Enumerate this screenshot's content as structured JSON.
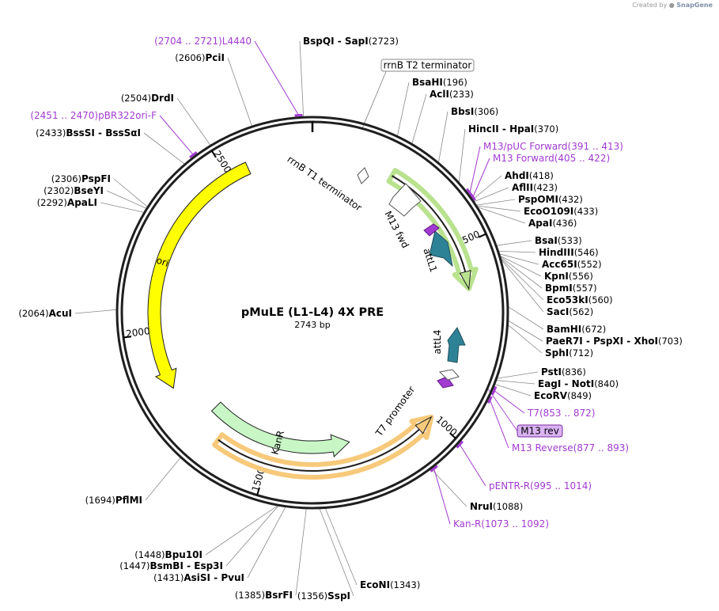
{
  "credit": {
    "prefix": "Created by",
    "brand": "SnapGene"
  },
  "plasmid": {
    "name": "pMuLE (L1-L4) 4X PRE",
    "length_label": "2743 bp",
    "length": 2743
  },
  "ticks": [
    {
      "label": "500",
      "pos": 500
    },
    {
      "label": "1000",
      "pos": 1000
    },
    {
      "label": "1500",
      "pos": 1500
    },
    {
      "label": "2000",
      "pos": 2000
    },
    {
      "label": "2500",
      "pos": 2500
    }
  ],
  "enzymes": [
    {
      "name": "BspQI  -  SapI",
      "pos_label": "(2723)",
      "pos": 2723,
      "side": "right"
    },
    {
      "name": "BsaHI",
      "pos_label": "(196)",
      "pos": 196,
      "side": "right"
    },
    {
      "name": "AclI",
      "pos_label": "(233)",
      "pos": 233,
      "side": "right"
    },
    {
      "name": "BbsI",
      "pos_label": "(306)",
      "pos": 306,
      "side": "right"
    },
    {
      "name": "HincII  -  HpaI",
      "pos_label": "(370)",
      "pos": 370,
      "side": "right"
    },
    {
      "name": "AhdI",
      "pos_label": "(418)",
      "pos": 418,
      "side": "right"
    },
    {
      "name": "AflII",
      "pos_label": "(423)",
      "pos": 423,
      "side": "right"
    },
    {
      "name": "PspOMI",
      "pos_label": "(432)",
      "pos": 432,
      "side": "right"
    },
    {
      "name": "EcoO109I",
      "pos_label": "(433)",
      "pos": 433,
      "side": "right"
    },
    {
      "name": "ApaI",
      "pos_label": "(436)",
      "pos": 436,
      "side": "right"
    },
    {
      "name": "BsaI",
      "pos_label": "(533)",
      "pos": 533,
      "side": "right"
    },
    {
      "name": "HindIII",
      "pos_label": "(546)",
      "pos": 546,
      "side": "right"
    },
    {
      "name": "Acc65I",
      "pos_label": "(552)",
      "pos": 552,
      "side": "right"
    },
    {
      "name": "KpnI",
      "pos_label": "(556)",
      "pos": 556,
      "side": "right"
    },
    {
      "name": "BpmI",
      "pos_label": "(557)",
      "pos": 557,
      "side": "right"
    },
    {
      "name": "Eco53kI",
      "pos_label": "(560)",
      "pos": 560,
      "side": "right"
    },
    {
      "name": "SacI",
      "pos_label": "(562)",
      "pos": 562,
      "side": "right"
    },
    {
      "name": "BamHI",
      "pos_label": "(672)",
      "pos": 672,
      "side": "right"
    },
    {
      "name": "PaeR7I  -  PspXI  -  XhoI",
      "pos_label": "(703)",
      "pos": 703,
      "side": "right"
    },
    {
      "name": "SphI",
      "pos_label": "(712)",
      "pos": 712,
      "side": "right"
    },
    {
      "name": "PstI",
      "pos_label": "(836)",
      "pos": 836,
      "side": "right"
    },
    {
      "name": "EagI  -  NotI",
      "pos_label": "(840)",
      "pos": 840,
      "side": "right"
    },
    {
      "name": "EcoRV",
      "pos_label": "(849)",
      "pos": 849,
      "side": "right"
    },
    {
      "name": "NruI",
      "pos_label": "(1088)",
      "pos": 1088,
      "side": "right"
    },
    {
      "name": "EcoNI",
      "pos_label": "(1343)",
      "pos": 1343,
      "side": "right"
    },
    {
      "name": "SspI",
      "pos_label": "(1356)",
      "pos": 1356,
      "side": "left"
    },
    {
      "name": "BsrFI",
      "pos_label": "(1385)",
      "pos": 1385,
      "side": "left"
    },
    {
      "name": "AsiSI  -  PvuI",
      "pos_label": "(1431)",
      "pos": 1431,
      "side": "left"
    },
    {
      "name": "BsmBI  -  Esp3I",
      "pos_label": "(1447)",
      "pos": 1447,
      "side": "left"
    },
    {
      "name": "Bpu10I",
      "pos_label": "(1448)",
      "pos": 1448,
      "side": "left"
    },
    {
      "name": "PflMI",
      "pos_label": "(1694)",
      "pos": 1694,
      "side": "left"
    },
    {
      "name": "AcuI",
      "pos_label": "(2064)",
      "pos": 2064,
      "side": "left"
    },
    {
      "name": "ApaLI",
      "pos_label": "(2292)",
      "pos": 2292,
      "side": "left"
    },
    {
      "name": "BseYI",
      "pos_label": "(2302)",
      "pos": 2302,
      "side": "left"
    },
    {
      "name": "PspFI",
      "pos_label": "(2306)",
      "pos": 2306,
      "side": "left"
    },
    {
      "name": "BssSI  -  BssSαI",
      "pos_label": "(2433)",
      "pos": 2433,
      "side": "left"
    },
    {
      "name": "DrdI",
      "pos_label": "(2504)",
      "pos": 2504,
      "side": "left"
    },
    {
      "name": "PciI",
      "pos_label": "(2606)",
      "pos": 2606,
      "side": "left"
    }
  ],
  "primers": [
    {
      "name": "L4440",
      "range_label": "(2704 .. 2721)",
      "start": 2704,
      "end": 2721,
      "side": "left"
    },
    {
      "name": "pBR322ori-F",
      "range_label": "(2451 .. 2470)",
      "start": 2451,
      "end": 2470,
      "side": "left"
    },
    {
      "name": "M13/pUC Forward",
      "range_label": "(391 .. 413)",
      "start": 391,
      "end": 413,
      "side": "right"
    },
    {
      "name": "M13 Forward",
      "range_label": "(405 .. 422)",
      "start": 405,
      "end": 422,
      "side": "right"
    },
    {
      "name": "T7",
      "range_label": "(853 .. 872)",
      "start": 853,
      "end": 872,
      "side": "right"
    },
    {
      "name": "M13 Reverse",
      "range_label": "(877 .. 893)",
      "start": 877,
      "end": 893,
      "side": "right"
    },
    {
      "name": "pENTR-R",
      "range_label": "(995 .. 1014)",
      "start": 995,
      "end": 1014,
      "side": "right"
    },
    {
      "name": "Kan-R",
      "range_label": "(1073 .. 1092)",
      "start": 1073,
      "end": 1092,
      "side": "right"
    }
  ],
  "boxed_labels": [
    {
      "name": "rrnB T2 terminator",
      "pos": 115,
      "style": "outline"
    },
    {
      "name": "M13 rev",
      "pos": 862,
      "style": "purple"
    }
  ],
  "features": [
    {
      "name": "ori",
      "start": 1840,
      "end": 2560,
      "ring": "outer",
      "direction": "ccw",
      "color": "#ffff00"
    },
    {
      "name": "KanR",
      "start": 1250,
      "end": 1720,
      "ring": "inner",
      "direction": "ccw",
      "color": "#c8f7c5"
    },
    {
      "name": "",
      "start": 1000,
      "end": 1650,
      "ring": "outer",
      "direction": "ccw",
      "color": "#f7c97a"
    },
    {
      "name": "",
      "start": 230,
      "end": 620,
      "ring": "outer",
      "direction": "cw",
      "color": "#b9e28f"
    },
    {
      "name": "attL1",
      "pos": 445,
      "type": "att"
    },
    {
      "name": "attL4",
      "pos": 780,
      "type": "att"
    },
    {
      "name": "rrnB T1 terminator",
      "pos": 300,
      "type": "terminator"
    },
    {
      "name": "M13 fwd",
      "pos": 410,
      "type": "primer-site"
    },
    {
      "name": "T7 promoter",
      "pos": 860,
      "type": "promoter"
    }
  ],
  "colors": {
    "backbone": "#1f1f1f",
    "primer": "#a23bd1",
    "primer_box_fill": "#d9b3f2",
    "att": "#2e8296",
    "ori": "#ffff00",
    "kanr": "#c8f7c5"
  }
}
